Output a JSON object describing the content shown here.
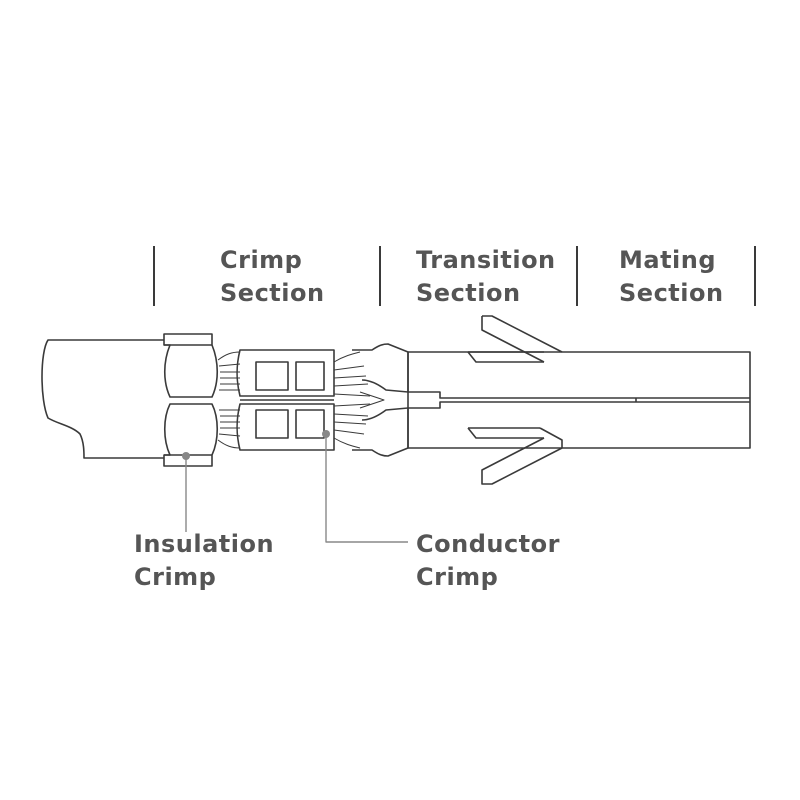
{
  "sections": [
    {
      "line1": "Crimp",
      "line2": "Section"
    },
    {
      "line1": "Transition",
      "line2": "Section"
    },
    {
      "line1": "Mating",
      "line2": "Section"
    }
  ],
  "callouts": {
    "insulation": {
      "line1": "Insulation",
      "line2": "Crimp"
    },
    "conductor": {
      "line1": "Conductor",
      "line2": "Crimp"
    }
  },
  "colors": {
    "line": "#3a3a3a",
    "label": "#555555",
    "callout_line": "#888888",
    "background": "#ffffff"
  }
}
